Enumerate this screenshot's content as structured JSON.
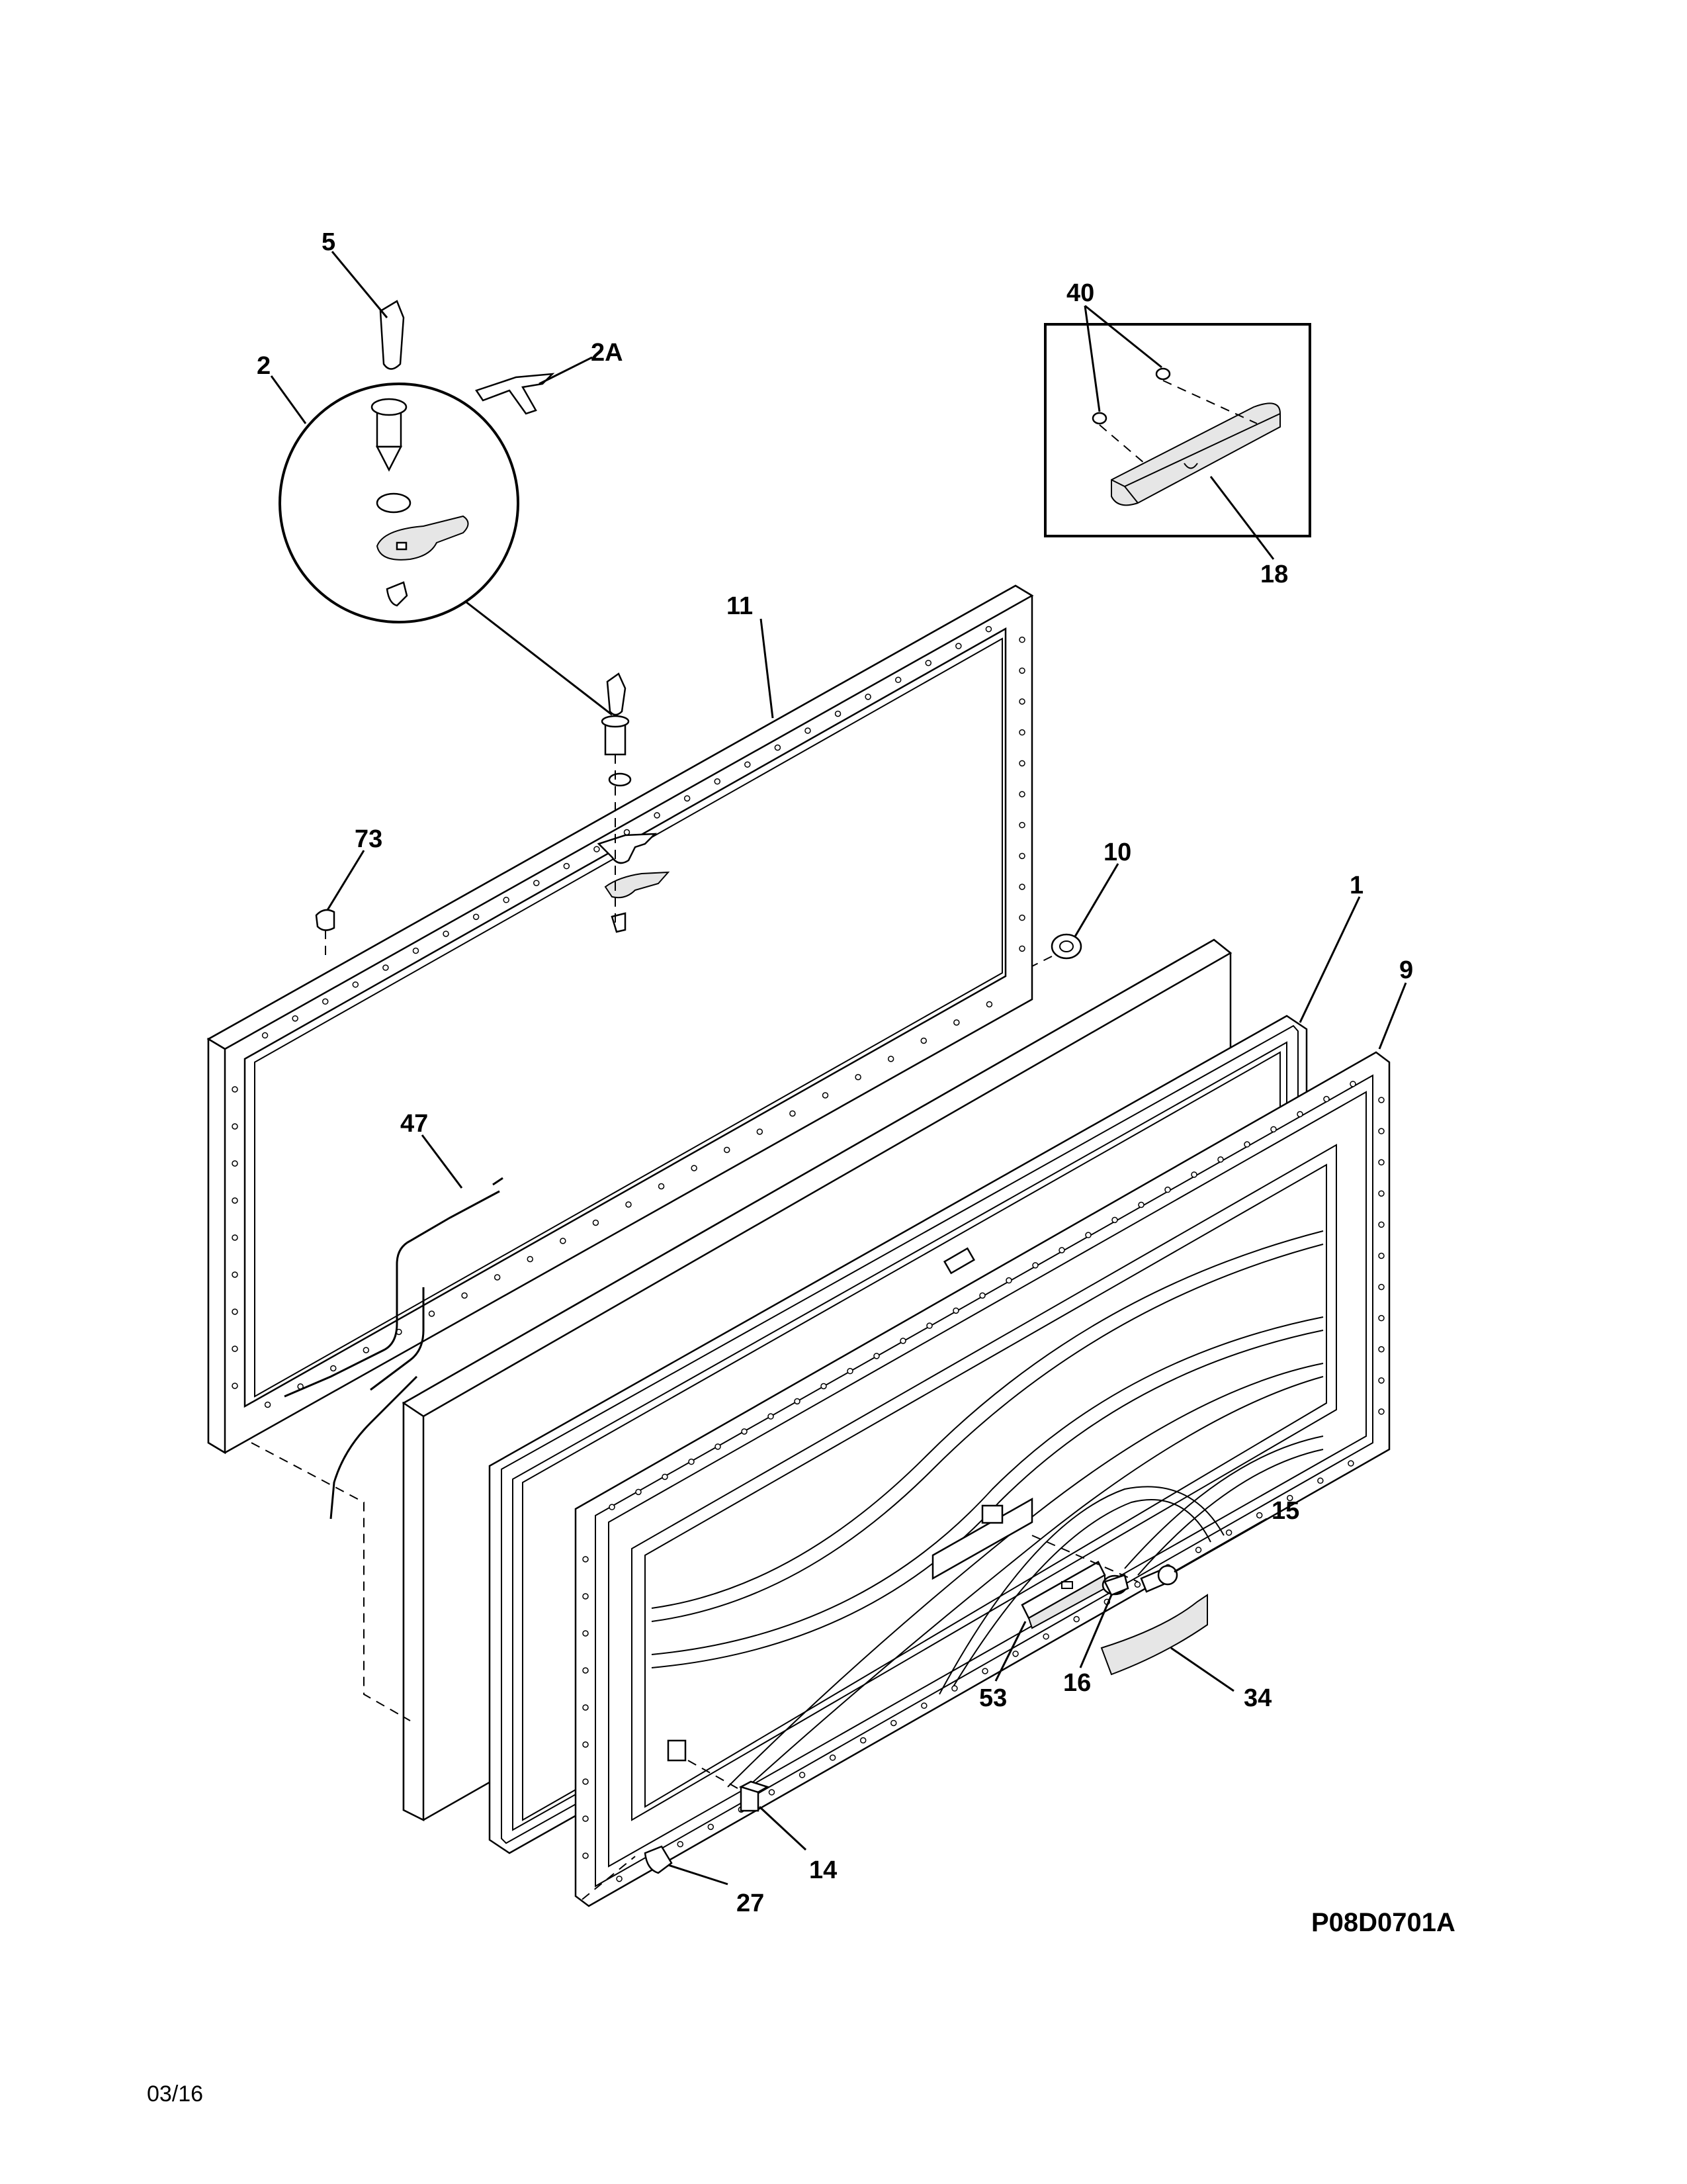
{
  "callouts": {
    "c5": "5",
    "c2": "2",
    "c2a": "2A",
    "c40": "40",
    "c18": "18",
    "c11": "11",
    "c73": "73",
    "c10": "10",
    "c1": "1",
    "c9": "9",
    "c47": "47",
    "c15": "15",
    "c53": "53",
    "c16": "16",
    "c34": "34",
    "c14": "14",
    "c27": "27"
  },
  "diagram_code": "P08D0701A",
  "date": "03/16"
}
